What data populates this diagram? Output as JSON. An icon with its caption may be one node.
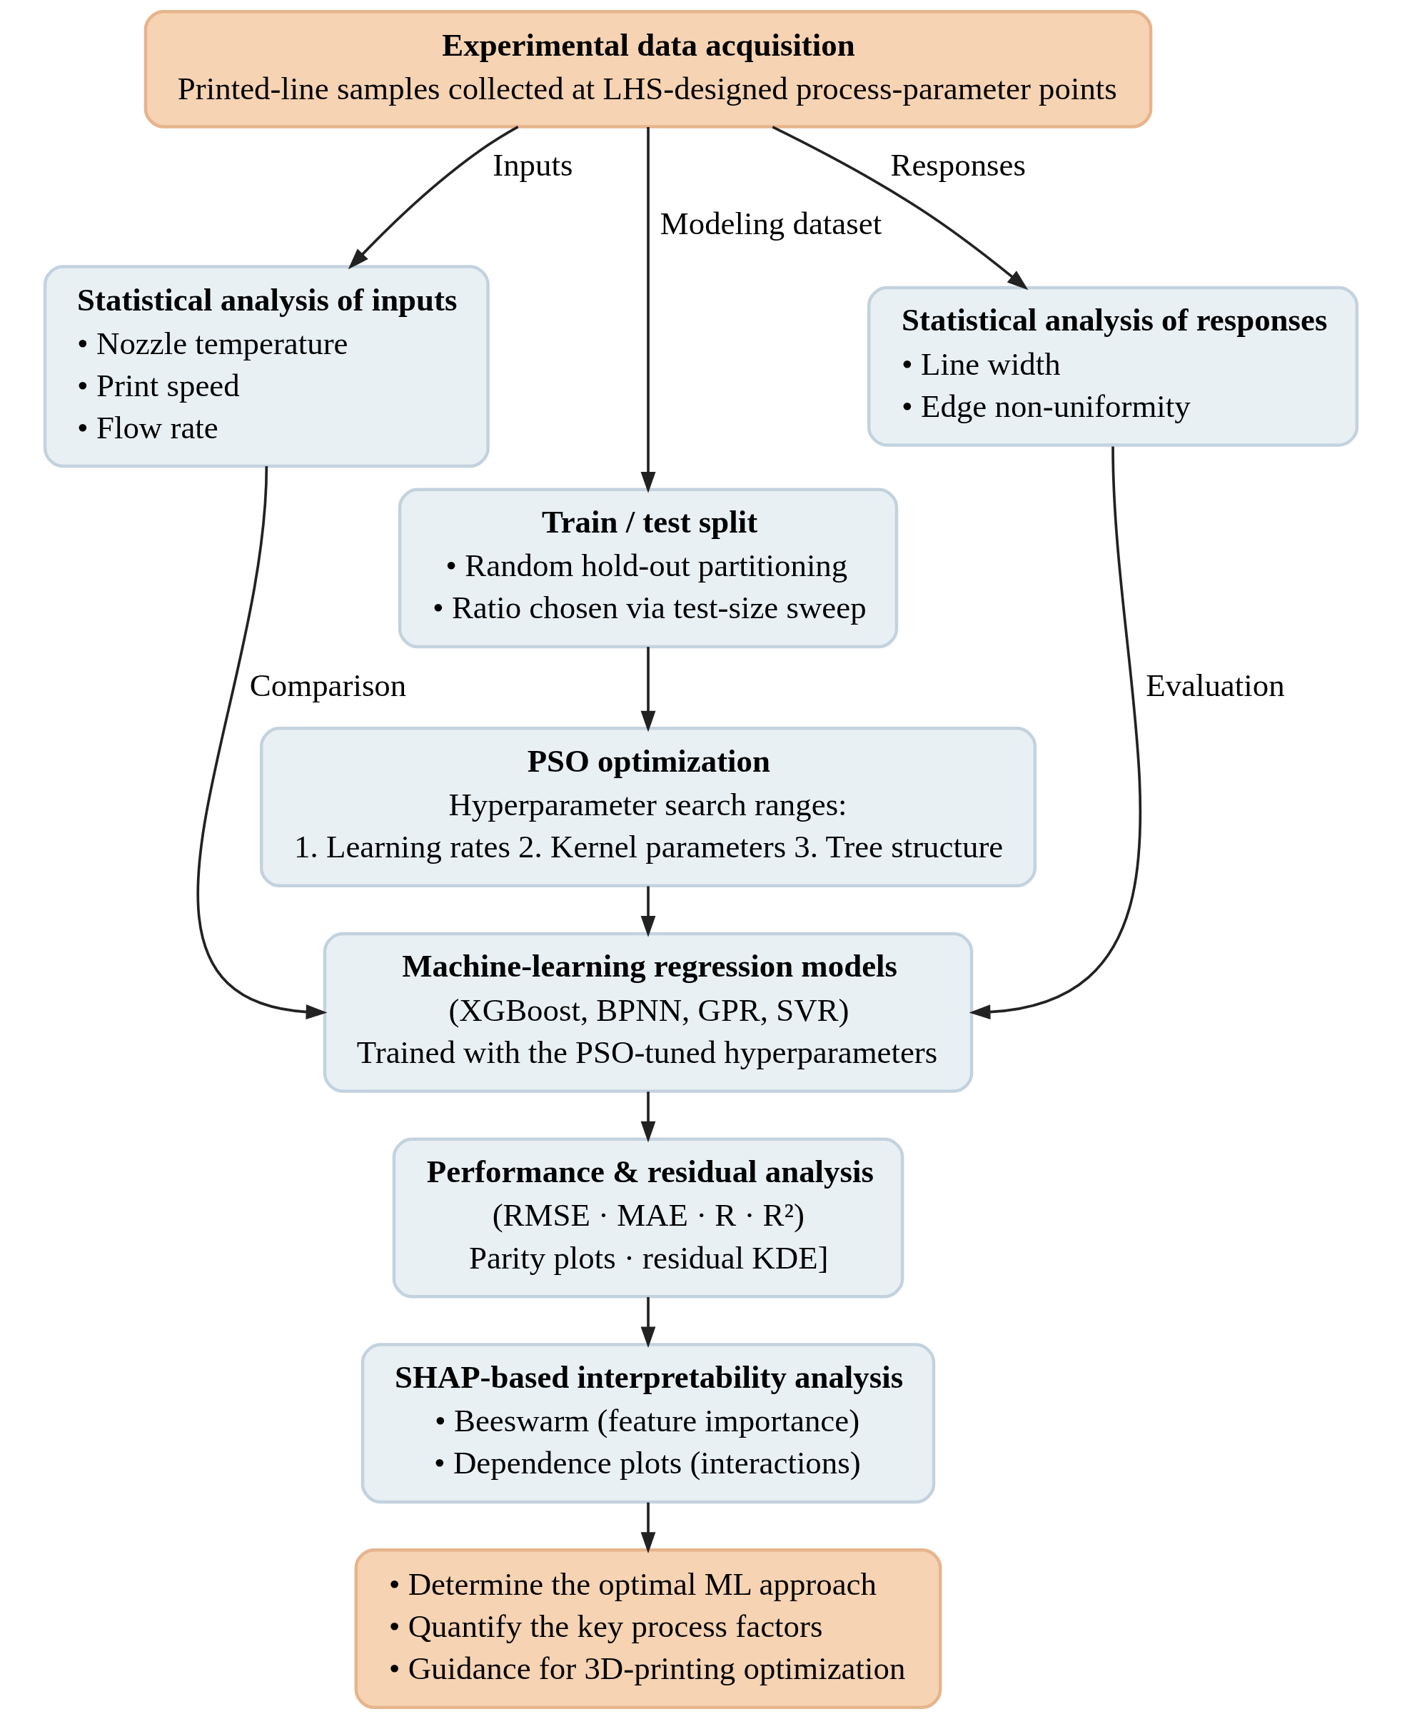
{
  "diagram": {
    "nodes": [
      {
        "text": [
          "Experimental data acquisition",
          "Printed-line samples collected at LHS-designed process-parameter points"
        ]
      },
      {
        "text": [
          "Statistical analysis of inputs",
          "• Nozzle temperature",
          "• Print speed",
          "• Flow rate"
        ]
      },
      {
        "text": [
          "Statistical analysis of responses",
          "• Line width",
          "• Edge non-uniformity"
        ]
      },
      {
        "text": [
          "Train / test split",
          "• Random hold-out partitioning",
          "• Ratio chosen via test-size sweep"
        ]
      },
      {
        "text": [
          "PSO optimization",
          "Hyperparameter search ranges:",
          "1. Learning rates 2. Kernel parameters 3. Tree structure"
        ]
      },
      {
        "text": [
          "Machine-learning regression models",
          "(XGBoost, BPNN, GPR, SVR)",
          "Trained with the PSO-tuned hyperparameters"
        ]
      },
      {
        "text": [
          "Performance & residual analysis",
          "(RMSE · MAE · R · R²)",
          "Parity plots · residual KDE]"
        ]
      },
      {
        "text": [
          "SHAP-based interpretability analysis",
          "• Beeswarm (feature importance)",
          "• Dependence plots (interactions)"
        ]
      },
      {
        "text": [
          "• Determine the optimal ML approach",
          "• Quantify the key process factors",
          "• Guidance for 3D-printing optimization"
        ]
      }
    ],
    "edges": [
      {
        "from": 0,
        "to": 1,
        "arrow": "to",
        "label": "Inputs"
      },
      {
        "from": 0,
        "to": 3,
        "arrow": "to",
        "label": "Modeling dataset"
      },
      {
        "from": 0,
        "to": 2,
        "arrow": "to",
        "label": "Responses"
      },
      {
        "from": 1,
        "to": 5,
        "arrow": "to",
        "label": "Comparison"
      },
      {
        "from": 2,
        "to": 5,
        "arrow": "to",
        "label": "Evaluation"
      },
      {
        "from": 3,
        "to": 4,
        "arrow": "to"
      },
      {
        "from": 4,
        "to": 5,
        "arrow": "to"
      },
      {
        "from": 5,
        "to": 6,
        "arrow": "to"
      },
      {
        "from": 6,
        "to": 7,
        "arrow": "to"
      },
      {
        "from": 7,
        "to": 8,
        "arrow": "to"
      }
    ]
  }
}
